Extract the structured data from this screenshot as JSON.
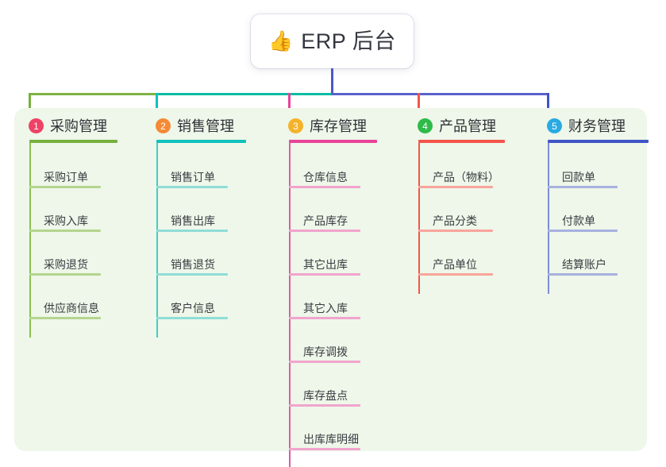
{
  "root": {
    "emoji": "👍",
    "emoji_name": "thumbs-up-icon",
    "label": "ERP 后台",
    "connector_color": "#4a57c9"
  },
  "panel": {
    "background": "#eef7e9"
  },
  "bus": {
    "segments": [
      {
        "color": "#7db343"
      },
      {
        "color": "#08bda4"
      },
      {
        "color": "#5a62cb"
      }
    ]
  },
  "columns": [
    {
      "number": "1",
      "title": "采购管理",
      "badge_color": "#ee4266",
      "rule_color": "#76b03e",
      "stem_color": "#8cc152",
      "leaf_rule_color": "#b4d58e",
      "drop_color": "#76b03e",
      "items": [
        {
          "label": "采购订单"
        },
        {
          "label": "采购入库"
        },
        {
          "label": "采购退货"
        },
        {
          "label": "供应商信息"
        }
      ]
    },
    {
      "number": "2",
      "title": "销售管理",
      "badge_color": "#f58a36",
      "rule_color": "#11c1bb",
      "stem_color": "#47c9c4",
      "leaf_rule_color": "#8fddd7",
      "drop_color": "#11c1bb",
      "items": [
        {
          "label": "销售订单"
        },
        {
          "label": "销售出库"
        },
        {
          "label": "销售退货"
        },
        {
          "label": "客户信息"
        }
      ]
    },
    {
      "number": "3",
      "title": "库存管理",
      "badge_color": "#f5b32b",
      "rule_color": "#e8439a",
      "stem_color": "#e259a4",
      "leaf_rule_color": "#f2a4cd",
      "drop_color": "#e8439a",
      "items": [
        {
          "label": "仓库信息"
        },
        {
          "label": "产品库存"
        },
        {
          "label": "其它出库"
        },
        {
          "label": "其它入库"
        },
        {
          "label": "库存调拨"
        },
        {
          "label": "库存盘点"
        },
        {
          "label": "出库库明细"
        }
      ]
    },
    {
      "number": "4",
      "title": "产品管理",
      "badge_color": "#2fbb49",
      "rule_color": "#f4544a",
      "stem_color": "#f2554c",
      "leaf_rule_color": "#f9a49c",
      "drop_color": "#f4544a",
      "items": [
        {
          "label": "产品（物料）"
        },
        {
          "label": "产品分类"
        },
        {
          "label": "产品单位"
        }
      ]
    },
    {
      "number": "5",
      "title": "财务管理",
      "badge_color": "#29aae2",
      "rule_color": "#4054c4",
      "stem_color": "#7f8bd4",
      "leaf_rule_color": "#a8b1e0",
      "drop_color": "#4054c4",
      "items": [
        {
          "label": "回款单"
        },
        {
          "label": "付款单"
        },
        {
          "label": "结算账户"
        }
      ]
    }
  ]
}
